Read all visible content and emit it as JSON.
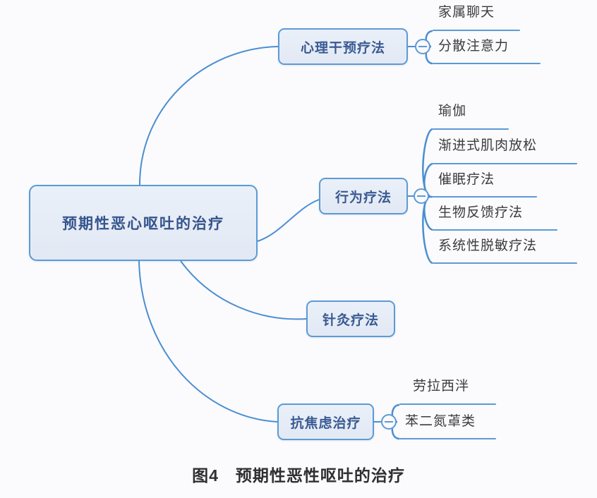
{
  "diagram": {
    "type": "mind-map",
    "caption": "图4　预期性恶性呕吐的治疗",
    "colors": {
      "background": "#fbfafd",
      "node_fill": "#e6ecf5",
      "node_border": "#5b9bd5",
      "node_text": "#3a5a92",
      "leaf_text": "#3c3c3c",
      "link": "#4a8fd0",
      "caption_text": "#2f2f2f"
    },
    "root": {
      "label": "预期性恶心呕吐的治疗"
    },
    "branches": [
      {
        "label": "心理干预疗法",
        "toggle": "collapse-toggle",
        "children": [
          {
            "label": "家属聊天"
          },
          {
            "label": "分散注意力"
          }
        ]
      },
      {
        "label": "行为疗法",
        "toggle": "collapse-toggle",
        "children": [
          {
            "label": "瑜伽"
          },
          {
            "label": "渐进式肌肉放松"
          },
          {
            "label": "催眠疗法"
          },
          {
            "label": "生物反馈疗法"
          },
          {
            "label": "系统性脱敏疗法"
          }
        ]
      },
      {
        "label": "针灸疗法",
        "toggle": null,
        "children": []
      },
      {
        "label": "抗焦虑治疗",
        "toggle": "collapse-toggle",
        "children": [
          {
            "label": "劳拉西泮"
          },
          {
            "label": "苯二氮䓬类"
          }
        ]
      }
    ]
  }
}
